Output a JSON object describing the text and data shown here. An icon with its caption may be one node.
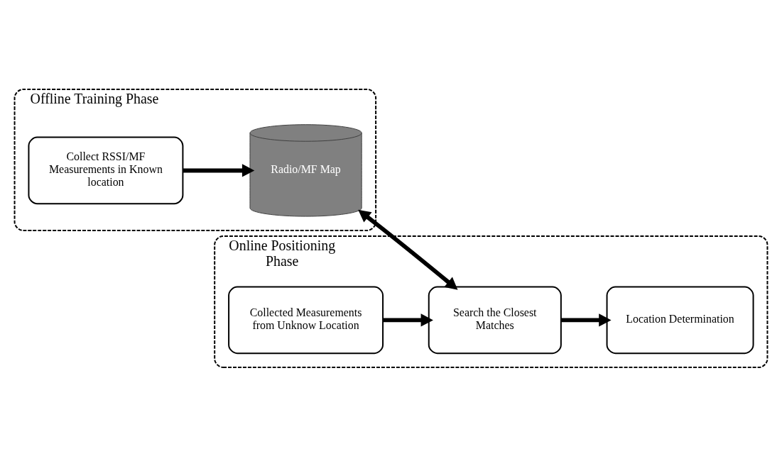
{
  "diagram": {
    "nodes": [
      {
        "text": [
          "Offline Training Phase"
        ]
      },
      {
        "text": [
          "Collect RSSI/MF Measurements in Known location"
        ],
        "in": 0
      },
      {
        "text": [
          "Radio/MF Map"
        ],
        "in": 0
      },
      {
        "text": [
          "Online Positioning Phase"
        ]
      },
      {
        "text": [
          "Collected Measurements from Unknow Location"
        ],
        "in": 3
      },
      {
        "text": [
          "Search the Closest Matches"
        ],
        "in": 3
      },
      {
        "text": [
          "Location Determination"
        ],
        "in": 3
      }
    ],
    "edges": [
      {
        "from": 1,
        "to": 2,
        "arrow": "to"
      },
      {
        "from": 2,
        "to": 5,
        "arrow": "both"
      },
      {
        "from": 4,
        "to": 5,
        "arrow": "to"
      },
      {
        "from": 5,
        "to": 6,
        "arrow": "to"
      }
    ]
  }
}
